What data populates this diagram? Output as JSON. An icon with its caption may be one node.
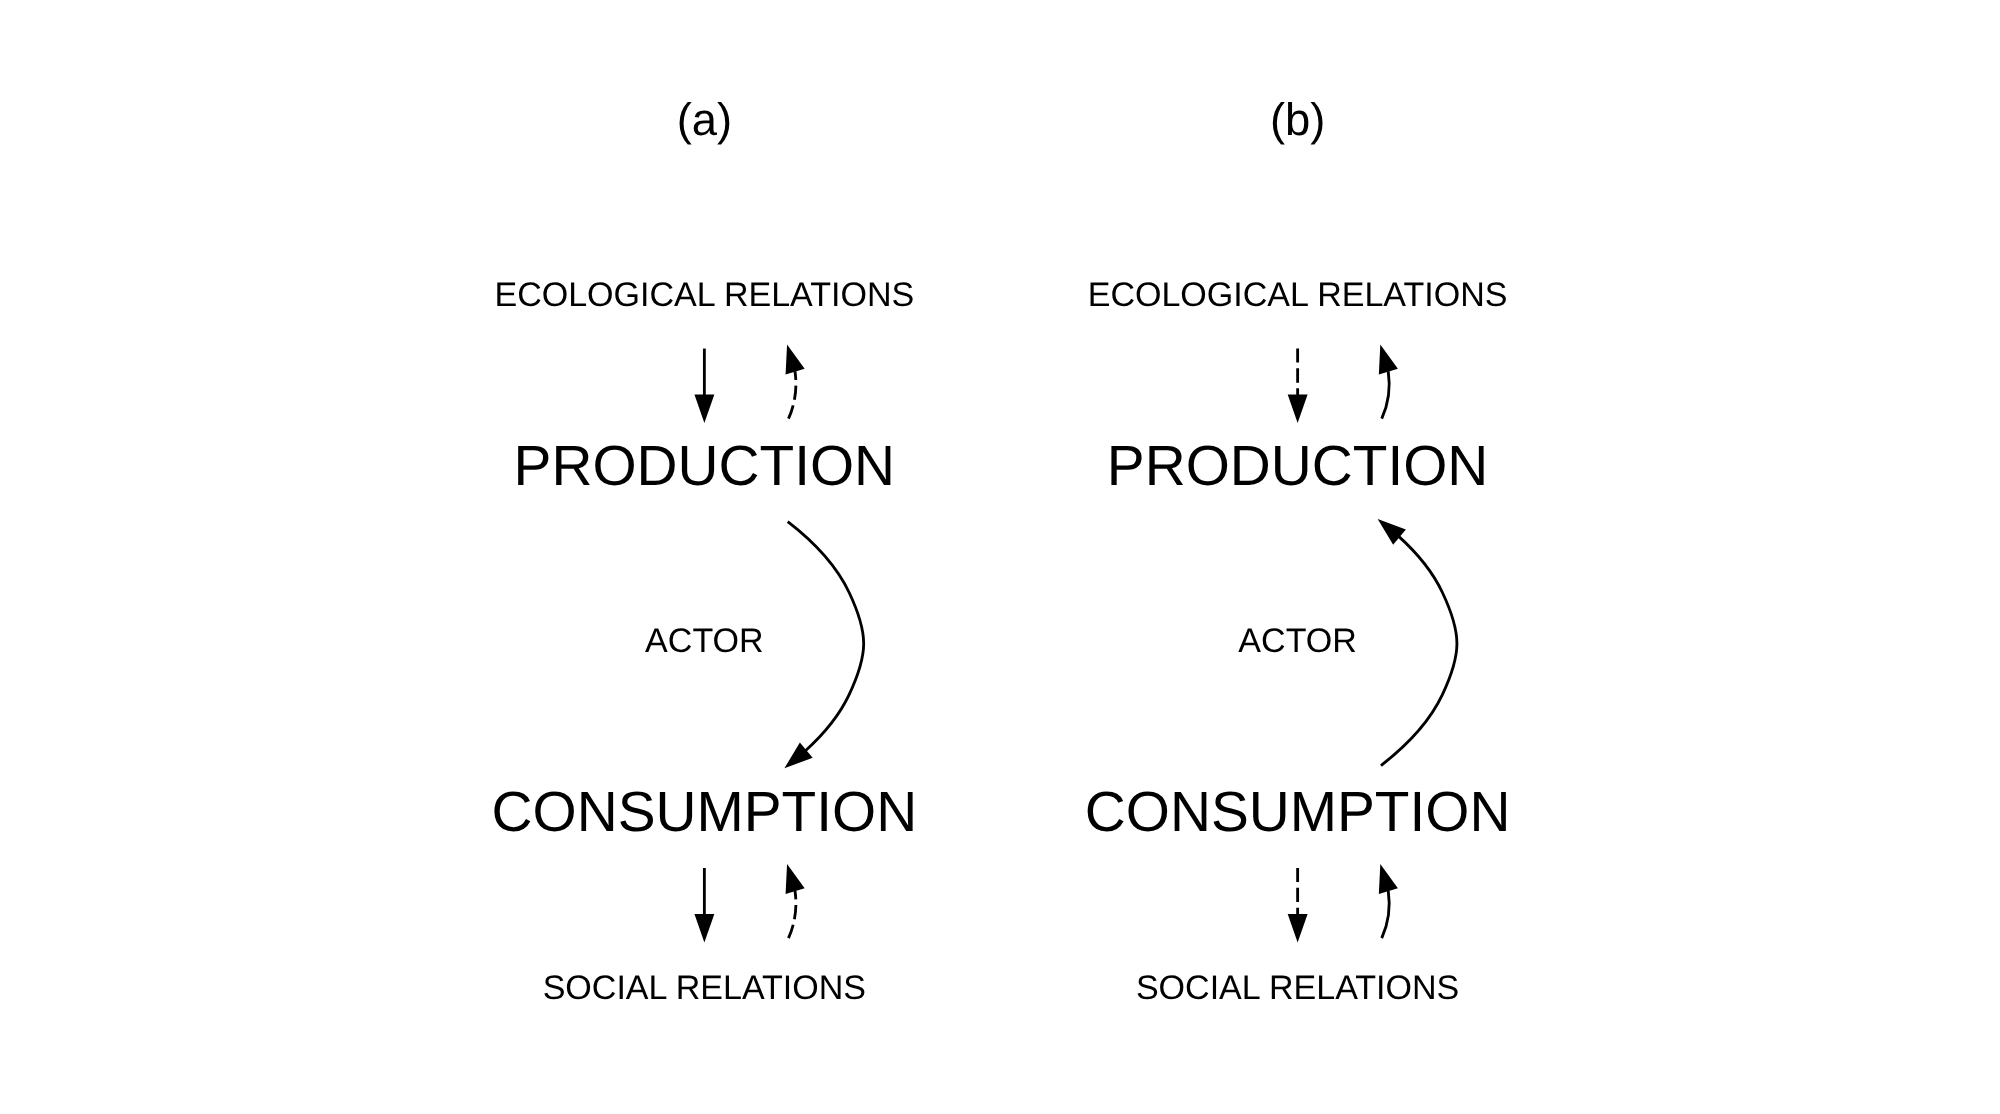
{
  "diagram": {
    "nodes": [
      {
        "text": [
          "ECOLOGICAL RELATIONS"
        ]
      },
      {
        "text": [
          "PRODUCTION"
        ]
      },
      {
        "text": [
          "CONSUMPTION"
        ]
      },
      {
        "text": [
          "SOCIAL RELATIONS"
        ]
      },
      {
        "text": [
          "ECOLOGICAL RELATIONS"
        ]
      },
      {
        "text": [
          "PRODUCTION"
        ]
      },
      {
        "text": [
          "CONSUMPTION"
        ]
      },
      {
        "text": [
          "SOCIAL RELATIONS"
        ]
      }
    ],
    "edges": [
      {
        "from": 0,
        "to": 1,
        "arrow": "to"
      },
      {
        "from": 1,
        "to": 0,
        "arrow": "to",
        "style": "dashed"
      },
      {
        "from": 1,
        "to": 2,
        "arrow": "to"
      },
      {
        "from": 2,
        "to": 3,
        "arrow": "to"
      },
      {
        "from": 3,
        "to": 2,
        "arrow": "to",
        "style": "dashed"
      },
      {
        "from": 4,
        "to": 5,
        "arrow": "to",
        "style": "dashed"
      },
      {
        "from": 5,
        "to": 4,
        "arrow": "to"
      },
      {
        "from": 6,
        "to": 5,
        "arrow": "to"
      },
      {
        "from": 6,
        "to": 7,
        "arrow": "to",
        "style": "dashed"
      },
      {
        "from": 7,
        "to": 6,
        "arrow": "to"
      }
    ],
    "labels": [
      "(a)",
      "ACTOR",
      "(b)",
      "ACTOR"
    ]
  }
}
